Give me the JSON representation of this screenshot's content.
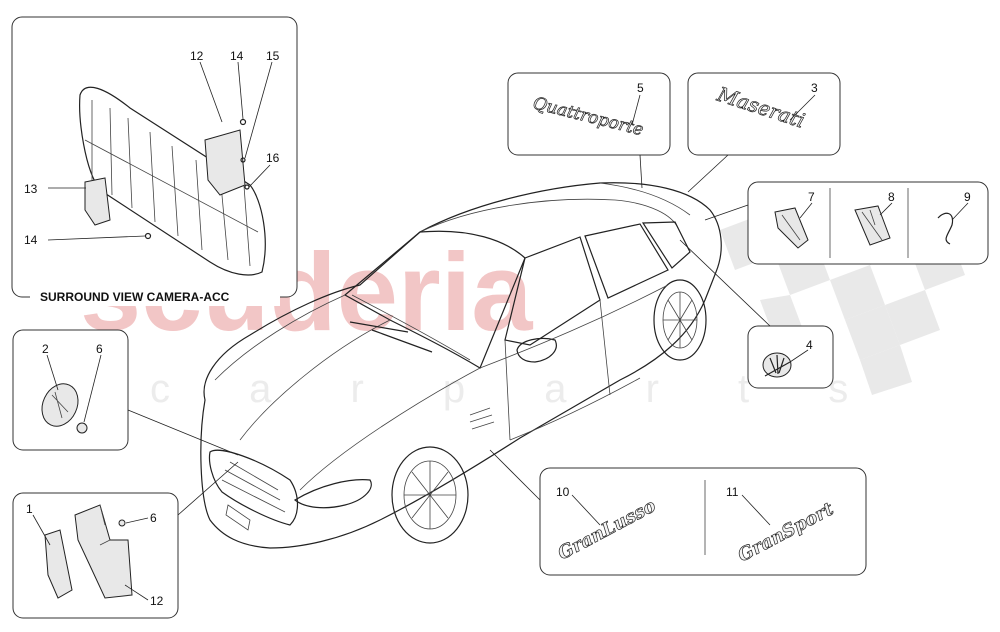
{
  "watermark": {
    "main": "scuderia",
    "sub": "c a r p a r t s"
  },
  "caption": "SURROUND VIEW CAMERA-ACC",
  "badges": {
    "b5": "Quattroporte",
    "b3": "Maserati",
    "b10": "GranLusso",
    "b11": "GranSport"
  },
  "callouts": {
    "c1": "1",
    "c2": "2",
    "c3": "3",
    "c4": "4",
    "c5": "5",
    "c6a": "6",
    "c6b": "6",
    "c7": "7",
    "c8": "8",
    "c9": "9",
    "c10": "10",
    "c11": "11",
    "c12a": "12",
    "c12b": "12",
    "c13": "13",
    "c14a": "14",
    "c14b": "14",
    "c15": "15",
    "c16": "16"
  }
}
